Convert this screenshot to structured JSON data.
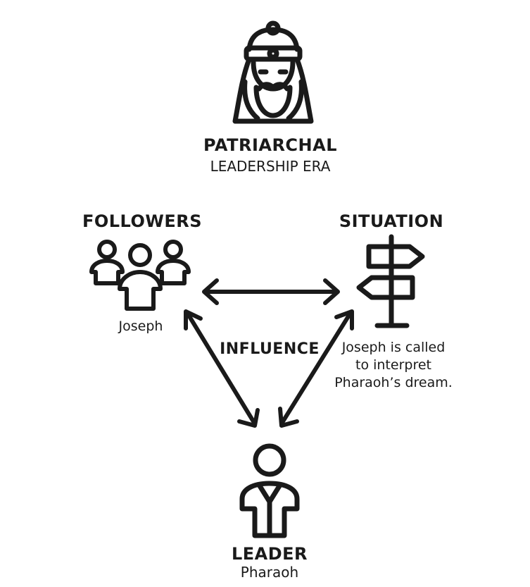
{
  "era": {
    "title": "PATRIARCHAL",
    "subtitle": "LEADERSHIP ERA"
  },
  "followers": {
    "title": "FOLLOWERS",
    "name": "Joseph"
  },
  "situation": {
    "title": "SITUATION",
    "description_lines": [
      "Joseph is called",
      "to interpret",
      "Pharaoh’s dream."
    ]
  },
  "influence": {
    "label": "INFLUENCE"
  },
  "leader": {
    "title": "LEADER",
    "name": "Pharaoh"
  },
  "colors": {
    "ink": "#1a1a1a",
    "background": "#ffffff"
  },
  "icons": {
    "era": "patriarch-icon",
    "followers": "people-group-icon",
    "situation": "signpost-icon",
    "leader": "person-icon"
  }
}
